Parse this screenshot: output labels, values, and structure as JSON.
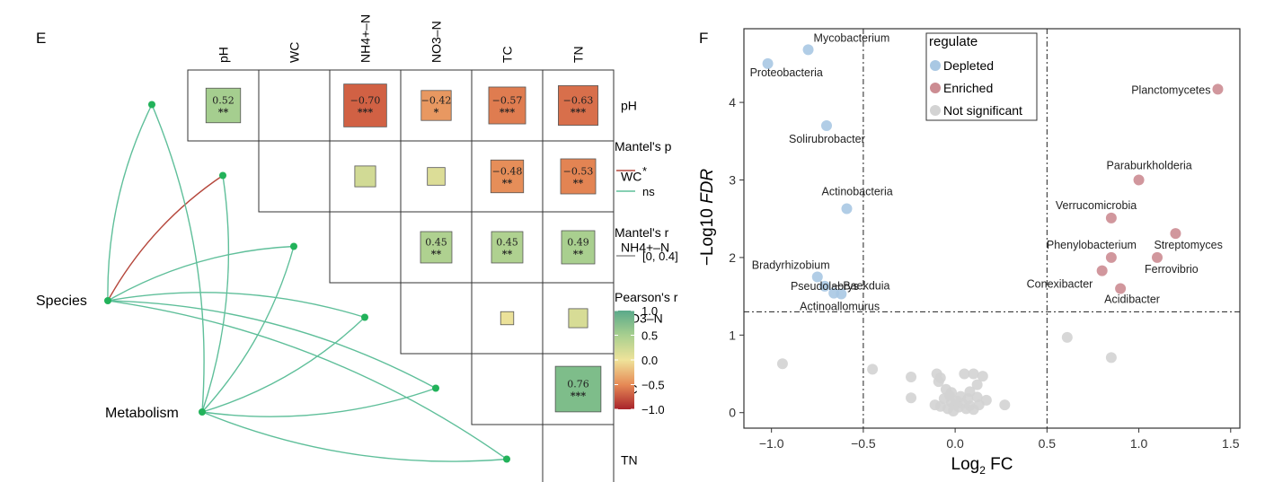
{
  "panels": {
    "left_letter": "E",
    "right_letter": "F"
  },
  "chart_data": [
    {
      "type": "heatmap",
      "variables": [
        "pH",
        "WC",
        "NH4+–N",
        "NO3–N",
        "TC",
        "TN"
      ],
      "cells": [
        {
          "row": "pH",
          "col": "pH",
          "r": 0.52,
          "show": true,
          "label": "0.52",
          "stars": "**"
        },
        {
          "row": "pH",
          "col": "NH4+–N",
          "r": -0.7,
          "show": true,
          "label": "−0.70",
          "stars": "***"
        },
        {
          "row": "pH",
          "col": "NO3–N",
          "r": -0.42,
          "show": true,
          "label": "−0.42",
          "stars": "*"
        },
        {
          "row": "pH",
          "col": "TC",
          "r": -0.57,
          "show": true,
          "label": "−0.57",
          "stars": "***"
        },
        {
          "row": "pH",
          "col": "TN",
          "r": -0.63,
          "show": true,
          "label": "−0.63",
          "stars": "***"
        },
        {
          "row": "WC",
          "col": "NH4+–N",
          "r": 0.22,
          "show": false
        },
        {
          "row": "WC",
          "col": "NO3–N",
          "r": 0.15,
          "show": false
        },
        {
          "row": "WC",
          "col": "TC",
          "r": -0.48,
          "show": true,
          "label": "−0.48",
          "stars": "**"
        },
        {
          "row": "WC",
          "col": "TN",
          "r": -0.53,
          "show": true,
          "label": "−0.53",
          "stars": "**"
        },
        {
          "row": "NH4+–N",
          "col": "NO3–N",
          "r": 0.45,
          "show": true,
          "label": "0.45",
          "stars": "**"
        },
        {
          "row": "NH4+–N",
          "col": "TC",
          "r": 0.45,
          "show": true,
          "label": "0.45",
          "stars": "**"
        },
        {
          "row": "NH4+–N",
          "col": "TN",
          "r": 0.49,
          "show": true,
          "label": "0.49",
          "stars": "**"
        },
        {
          "row": "NO3–N",
          "col": "TC",
          "r": 0.05,
          "show": false
        },
        {
          "row": "NO3–N",
          "col": "TN",
          "r": 0.18,
          "show": false
        },
        {
          "row": "TC",
          "col": "TN",
          "r": 0.76,
          "show": true,
          "label": "0.76",
          "stars": "***"
        }
      ],
      "mantel": {
        "sources": [
          "Species",
          "Metabolism"
        ],
        "links": [
          {
            "from": "Species",
            "to": "pH",
            "p": "ns"
          },
          {
            "from": "Species",
            "to": "WC",
            "p": "*"
          },
          {
            "from": "Species",
            "to": "NH4+–N",
            "p": "ns"
          },
          {
            "from": "Species",
            "to": "NO3–N",
            "p": "ns"
          },
          {
            "from": "Species",
            "to": "TC",
            "p": "ns"
          },
          {
            "from": "Species",
            "to": "TN",
            "p": "ns"
          },
          {
            "from": "Metabolism",
            "to": "pH",
            "p": "ns"
          },
          {
            "from": "Metabolism",
            "to": "WC",
            "p": "ns"
          },
          {
            "from": "Metabolism",
            "to": "NH4+–N",
            "p": "ns"
          },
          {
            "from": "Metabolism",
            "to": "NO3–N",
            "p": "ns"
          },
          {
            "from": "Metabolism",
            "to": "TC",
            "p": "ns"
          },
          {
            "from": "Metabolism",
            "to": "TN",
            "p": "ns"
          }
        ]
      },
      "legend": {
        "mantel_p_title": "Mantel's p",
        "mantel_p_items": [
          {
            "label": "*",
            "color": "#b5473c"
          },
          {
            "label": "ns",
            "color": "#5fbf9a"
          }
        ],
        "mantel_r_title": "Mantel's r",
        "mantel_r_items": [
          {
            "label": "[0, 0.4]"
          }
        ],
        "pearson_title": "Pearson's r",
        "pearson_ticks": [
          "1.0",
          "0.5",
          "0.0",
          "−0.5",
          "−1.0"
        ],
        "pearson_tick_values": [
          1.0,
          0.5,
          0.0,
          -0.5,
          -1.0
        ],
        "pearson_range": [
          -1.0,
          1.0
        ]
      },
      "colors": {
        "positive": "#58ad86",
        "neutral": "#f2e39a",
        "negative": "#b2232a",
        "link_sig": "#b5473c",
        "link_ns": "#5fbf9a",
        "node": "#22b25a"
      }
    },
    {
      "type": "scatter",
      "xlabel_main": "Log",
      "xlabel_sub": "2",
      "xlabel_tail": " FC",
      "ylabel_main": "−Log10 ",
      "ylabel_italic": "FDR",
      "xlim": [
        -1.15,
        1.55
      ],
      "ylim": [
        -0.2,
        4.95
      ],
      "xticks": [
        -1.0,
        -0.5,
        0.0,
        0.5,
        1.0,
        1.5
      ],
      "xtick_labels": [
        "−1.0",
        "−0.5",
        "0.0",
        "0.5",
        "1.0",
        "1.5"
      ],
      "yticks": [
        0,
        1,
        2,
        3,
        4
      ],
      "ytick_labels": [
        "0",
        "1",
        "2",
        "3",
        "4"
      ],
      "thresholds": {
        "x": [
          -0.5,
          0.5
        ],
        "y": 1.3
      },
      "legend_title": "regulate",
      "groups": [
        {
          "name": "Depleted",
          "color": "#a9c8e3"
        },
        {
          "name": "Enriched",
          "color": "#cc8c92"
        },
        {
          "name": "Not significant",
          "color": "#d3d3d3"
        }
      ],
      "points": [
        {
          "x": -1.02,
          "y": 4.5,
          "group": "Depleted",
          "label": "Proteobacteria"
        },
        {
          "x": -0.8,
          "y": 4.68,
          "group": "Depleted",
          "label": "Mycobacterium"
        },
        {
          "x": -0.7,
          "y": 3.7,
          "group": "Depleted",
          "label": "Solirubrobacter"
        },
        {
          "x": -0.59,
          "y": 2.63,
          "group": "Depleted",
          "label": "Actinobacteria"
        },
        {
          "x": -0.75,
          "y": 1.75,
          "group": "Depleted",
          "label": "Bradyrhizobium"
        },
        {
          "x": -0.71,
          "y": 1.63,
          "group": "Depleted",
          "label": "Pseudolabrys"
        },
        {
          "x": -0.66,
          "y": 1.54,
          "group": "Depleted",
          "label": "Actinoallomurus"
        },
        {
          "x": -0.62,
          "y": 1.53,
          "group": "Depleted",
          "label": "Baekduia"
        },
        {
          "x": 1.43,
          "y": 4.17,
          "group": "Enriched",
          "label": "Planctomycetes"
        },
        {
          "x": 1.0,
          "y": 3.0,
          "group": "Enriched",
          "label": "Paraburkholderia"
        },
        {
          "x": 0.85,
          "y": 2.51,
          "group": "Enriched",
          "label": "Verrucomicrobia"
        },
        {
          "x": 1.2,
          "y": 2.31,
          "group": "Enriched",
          "label": "Streptomyces"
        },
        {
          "x": 0.85,
          "y": 2.0,
          "group": "Enriched",
          "label": "Phenylobacterium"
        },
        {
          "x": 1.1,
          "y": 2.0,
          "group": "Enriched",
          "label": "Ferrovibrio"
        },
        {
          "x": 0.8,
          "y": 1.83,
          "group": "Enriched",
          "label": "Conexibacter"
        },
        {
          "x": 0.9,
          "y": 1.6,
          "group": "Enriched",
          "label": "Acidibacter"
        },
        {
          "x": -0.94,
          "y": 0.63,
          "group": "Not significant"
        },
        {
          "x": -0.45,
          "y": 0.56,
          "group": "Not significant"
        },
        {
          "x": -0.24,
          "y": 0.46,
          "group": "Not significant"
        },
        {
          "x": -0.24,
          "y": 0.19,
          "group": "Not significant"
        },
        {
          "x": 0.61,
          "y": 0.97,
          "group": "Not significant"
        },
        {
          "x": 0.85,
          "y": 0.71,
          "group": "Not significant"
        },
        {
          "x": 0.27,
          "y": 0.1,
          "group": "Not significant"
        },
        {
          "x": -0.1,
          "y": 0.5,
          "group": "Not significant"
        },
        {
          "x": -0.08,
          "y": 0.45,
          "group": "Not significant"
        },
        {
          "x": -0.09,
          "y": 0.4,
          "group": "Not significant"
        },
        {
          "x": -0.05,
          "y": 0.3,
          "group": "Not significant"
        },
        {
          "x": -0.02,
          "y": 0.26,
          "group": "Not significant"
        },
        {
          "x": 0.05,
          "y": 0.5,
          "group": "Not significant"
        },
        {
          "x": 0.1,
          "y": 0.5,
          "group": "Not significant"
        },
        {
          "x": 0.15,
          "y": 0.47,
          "group": "Not significant"
        },
        {
          "x": 0.12,
          "y": 0.36,
          "group": "Not significant"
        },
        {
          "x": 0.08,
          "y": 0.27,
          "group": "Not significant"
        },
        {
          "x": 0.12,
          "y": 0.2,
          "group": "Not significant"
        },
        {
          "x": 0.17,
          "y": 0.16,
          "group": "Not significant"
        },
        {
          "x": -0.06,
          "y": 0.18,
          "group": "Not significant"
        },
        {
          "x": -0.02,
          "y": 0.13,
          "group": "Not significant"
        },
        {
          "x": 0.0,
          "y": 0.1,
          "group": "Not significant"
        },
        {
          "x": 0.02,
          "y": 0.07,
          "group": "Not significant"
        },
        {
          "x": 0.04,
          "y": 0.12,
          "group": "Not significant"
        },
        {
          "x": 0.06,
          "y": 0.05,
          "group": "Not significant"
        },
        {
          "x": 0.08,
          "y": 0.09,
          "group": "Not significant"
        },
        {
          "x": 0.1,
          "y": 0.04,
          "group": "Not significant"
        },
        {
          "x": 0.13,
          "y": 0.1,
          "group": "Not significant"
        },
        {
          "x": -0.04,
          "y": 0.05,
          "group": "Not significant"
        },
        {
          "x": -0.08,
          "y": 0.08,
          "group": "Not significant"
        },
        {
          "x": -0.01,
          "y": 0.02,
          "group": "Not significant"
        },
        {
          "x": 0.01,
          "y": 0.15,
          "group": "Not significant"
        },
        {
          "x": 0.03,
          "y": 0.21,
          "group": "Not significant"
        },
        {
          "x": -0.03,
          "y": 0.22,
          "group": "Not significant"
        },
        {
          "x": 0.07,
          "y": 0.18,
          "group": "Not significant"
        },
        {
          "x": -0.11,
          "y": 0.1,
          "group": "Not significant"
        }
      ]
    }
  ]
}
